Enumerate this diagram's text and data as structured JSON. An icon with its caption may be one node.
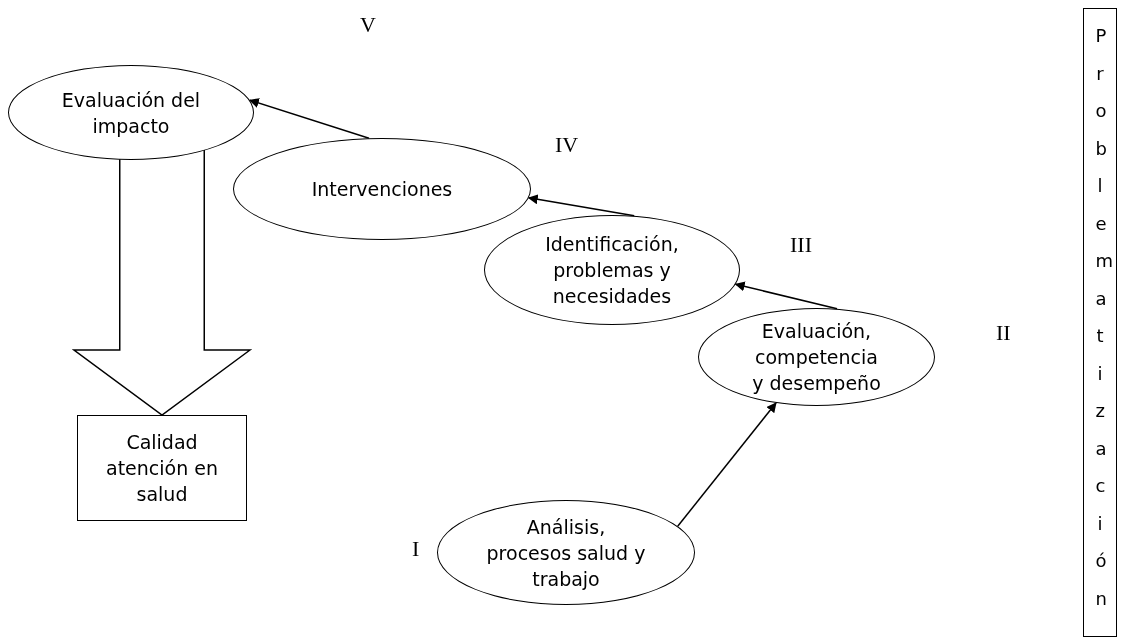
{
  "diagram": {
    "nodes": [
      {
        "text": [
          "Evaluación del impacto"
        ]
      },
      {
        "text": [
          "Intervenciones"
        ]
      },
      {
        "text": [
          "Problematización"
        ]
      },
      {
        "text": [
          "Identificación, problemas y necesidades"
        ]
      },
      {
        "text": [
          "Calidad atención en salud"
        ]
      },
      {
        "text": [
          "Evaluación, competencia y desempeño"
        ]
      },
      {
        "text": [
          "Análisis, procesos salud y trabajo"
        ]
      }
    ],
    "edges": [
      {
        "from": 6,
        "to": 5,
        "arrow": "to"
      },
      {
        "from": 5,
        "to": 3,
        "arrow": "to"
      },
      {
        "from": 3,
        "to": 1,
        "arrow": "to"
      },
      {
        "from": 1,
        "to": 0,
        "arrow": "to"
      },
      {
        "from": 0,
        "to": 4,
        "arrow": "to",
        "style": "thick"
      }
    ],
    "labels": [
      "V",
      "IV",
      "III",
      "II",
      "I"
    ]
  }
}
